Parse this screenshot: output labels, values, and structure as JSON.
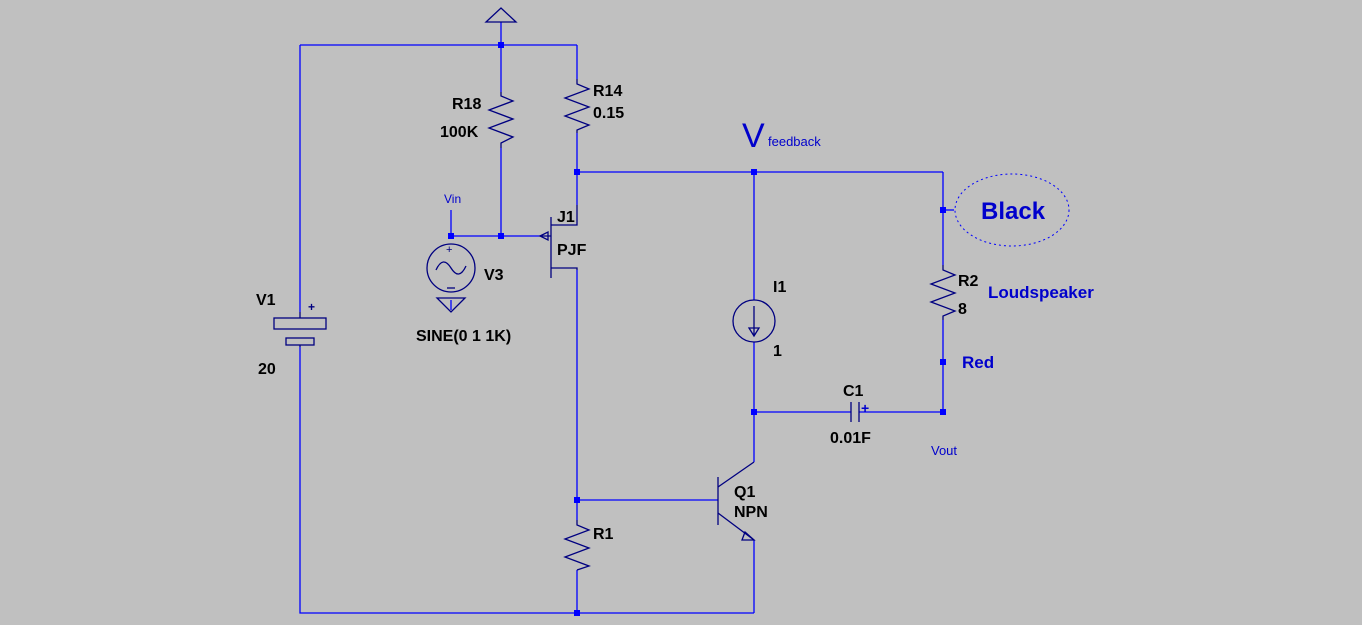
{
  "components": {
    "V1": {
      "ref": "V1",
      "value": "20"
    },
    "R18": {
      "ref": "R18",
      "value": "100K"
    },
    "R14": {
      "ref": "R14",
      "value": "0.15"
    },
    "J1": {
      "ref": "J1",
      "value": "PJF"
    },
    "V3": {
      "ref": "V3",
      "value": "SINE(0 1 1K)"
    },
    "I1": {
      "ref": "I1",
      "value": "1"
    },
    "R2": {
      "ref": "R2",
      "value": "8"
    },
    "C1": {
      "ref": "C1",
      "value": "0.01F"
    },
    "Q1": {
      "ref": "Q1",
      "value": "NPN"
    },
    "R1": {
      "ref": "R1"
    }
  },
  "nets": {
    "vin": "Vin",
    "vfeedback_main": "V",
    "vfeedback_sub": "feedback",
    "vout": "Vout"
  },
  "annotations": {
    "black": "Black",
    "red": "Red",
    "loudspeaker": "Loudspeaker"
  },
  "colors": {
    "wire": "#0000ff",
    "component": "#000080",
    "label": "#000000",
    "net_label": "#0000cc",
    "background": "#c0c0c0"
  }
}
